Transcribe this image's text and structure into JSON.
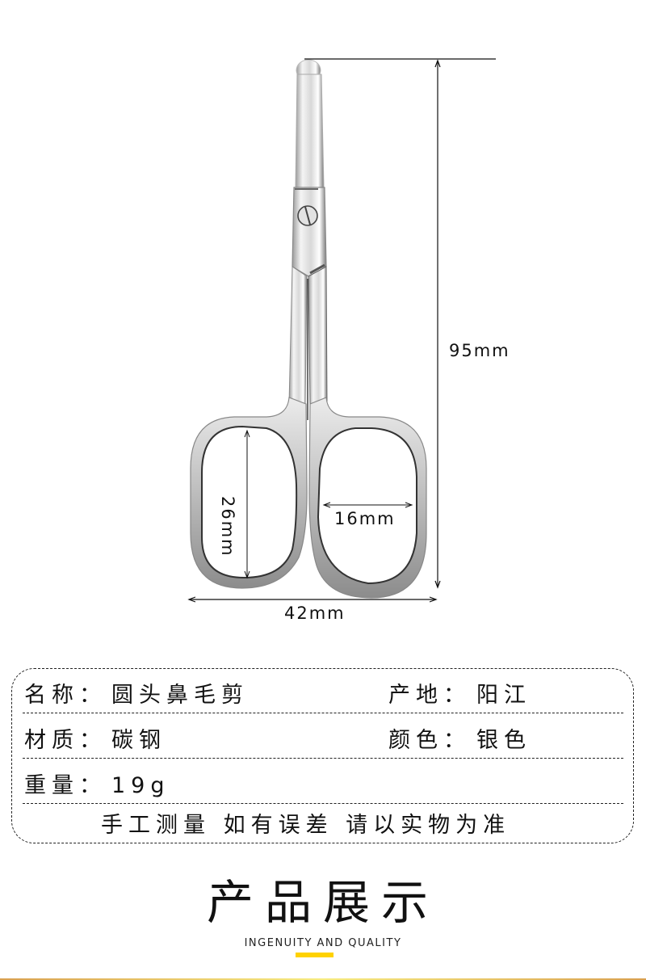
{
  "diagram": {
    "dimensions": {
      "total_length": "95mm",
      "total_width": "42mm",
      "ring_height": "26mm",
      "ring_width": "16mm"
    }
  },
  "specs": {
    "name_label": "名称：",
    "name_value": "圆头鼻毛剪",
    "origin_label": "产地：",
    "origin_value": "阳江",
    "material_label": "材质：",
    "material_value": "碳钢",
    "color_label": "颜色：",
    "color_value": "银色",
    "weight_label": "重量：",
    "weight_value": "19g",
    "note": "手工测量 如有误差 请以实物为准"
  },
  "section": {
    "title": "产品展示",
    "subtitle": "INGENUITY AND QUALITY"
  },
  "colors": {
    "accent": "#ffd200",
    "bottom_gradient_start": "#d9a050",
    "bottom_gradient_mid": "#f7ec80",
    "line": "#111111"
  }
}
